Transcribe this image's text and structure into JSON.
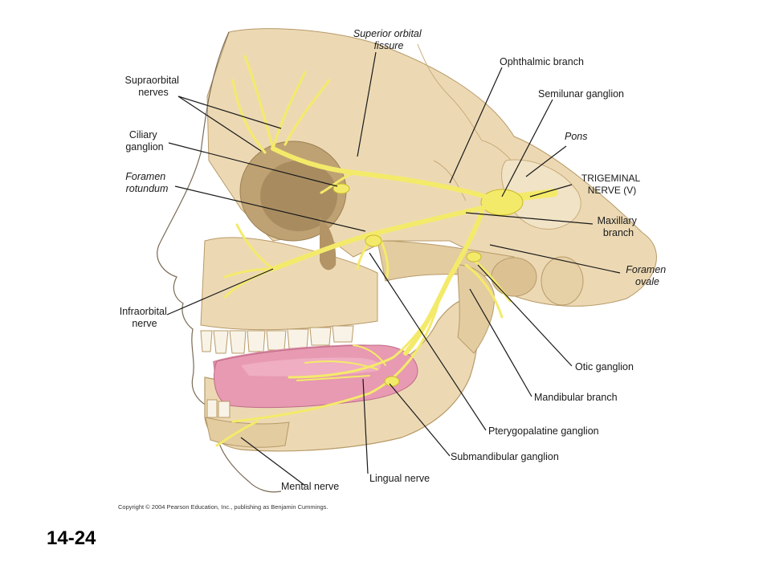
{
  "labels": {
    "superior_orbital_fissure": [
      "Superior orbital",
      "fissure"
    ],
    "ophthalmic_branch": [
      "Ophthalmic branch"
    ],
    "supraorbital_nerves": [
      "Supraorbital",
      "nerves"
    ],
    "semilunar_ganglion": [
      "Semilunar ganglion"
    ],
    "ciliary_ganglion": [
      "Ciliary",
      "ganglion"
    ],
    "pons": [
      "Pons"
    ],
    "foramen_rotundum": [
      "Foramen",
      "rotundum"
    ],
    "trigeminal_nerve": [
      "TRIGEMINAL",
      "NERVE (V)"
    ],
    "maxillary_branch": [
      "Maxillary",
      "branch"
    ],
    "foramen_ovale": [
      "Foramen",
      "ovale"
    ],
    "infraorbital_nerve": [
      "Infraorbital",
      "nerve"
    ],
    "otic_ganglion": [
      "Otic ganglion"
    ],
    "mandibular_branch": [
      "Mandibular branch"
    ],
    "pterygopalatine_ganglion": [
      "Pterygopalatine ganglion"
    ],
    "submandibular_ganglion": [
      "Submandibular ganglion"
    ],
    "lingual_nerve": [
      "Lingual nerve"
    ],
    "mental_nerve": [
      "Mental nerve"
    ]
  },
  "copyright": "Copyright © 2004 Pearson Education, Inc., publishing as Benjamin Cummings.",
  "figure_number": "14-24",
  "colors": {
    "bone": "#ecd9b4",
    "bone_shadow": "#c9ab7c",
    "nerve": "#f4ea6a",
    "nerve_edge": "#c9b92a",
    "tongue": "#e79ab2",
    "gum": "#d98aa3",
    "teeth": "#f8f3e6",
    "leader": "#1a1a1a",
    "skin_line": "#7a6a55"
  }
}
